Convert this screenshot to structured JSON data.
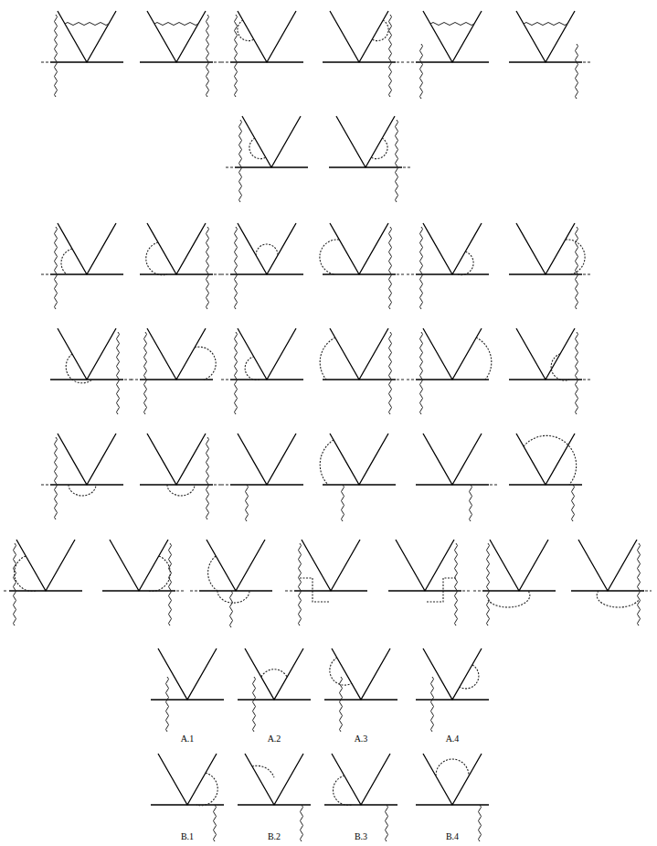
{
  "diagram": {
    "labels": [
      "A.1",
      "A.2",
      "A.3",
      "A.4",
      "B.1",
      "B.2",
      "B.3",
      "B.4"
    ]
  }
}
